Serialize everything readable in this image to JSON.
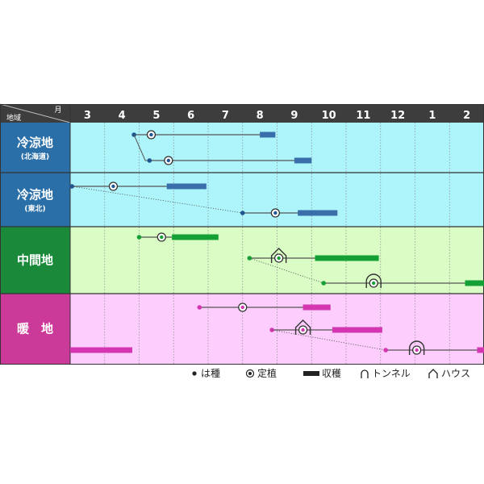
{
  "chart_data": {
    "type": "gantt",
    "header": {
      "corner_month_label": "月",
      "corner_region_label": "地域",
      "months": [
        "3",
        "4",
        "5",
        "6",
        "7",
        "8",
        "9",
        "10",
        "11",
        "12",
        "1",
        "2"
      ]
    },
    "regions": [
      {
        "name": "冷涼地",
        "sub": "(北海道)",
        "band_color": "#2a6fa8",
        "bg_color": "#aef5fb",
        "harvest_color": "#3a6eaa",
        "rows": [
          {
            "sow": 4.85,
            "plant": 5.35,
            "harvest": [
              8.5,
              8.95
            ]
          },
          {
            "sow": 5.3,
            "plant": 5.85,
            "harvest": [
              9.5,
              10.0
            ],
            "sow_from_prev": true
          }
        ]
      },
      {
        "name": "冷涼地",
        "sub": "(東北)",
        "band_color": "#2a6fa8",
        "bg_color": "#aef5fb",
        "harvest_color": "#3a6eaa",
        "rows": [
          {
            "sow": 3.05,
            "plant": 4.25,
            "harvest": [
              5.8,
              6.95
            ]
          },
          {
            "sow": 8.0,
            "plant": 8.95,
            "harvest": [
              9.6,
              10.75
            ],
            "dotted_from_prev": true
          }
        ]
      },
      {
        "name": "中間地",
        "sub": "",
        "band_color": "#1a8a3a",
        "bg_color": "#d9fdc4",
        "harvest_color": "#15a035",
        "rows": [
          {
            "sow": 5.0,
            "plant": 5.65,
            "harvest": [
              5.95,
              7.3
            ]
          },
          {
            "sow": 8.2,
            "plant": 9.05,
            "cover": "house",
            "harvest": [
              10.1,
              11.95
            ]
          },
          {
            "sow": 10.35,
            "plant": 11.8,
            "cover": "tunnel",
            "harvest": [
              14.45,
              15.2
            ],
            "dotted_from_prev": true
          }
        ]
      },
      {
        "name": "暖　地",
        "sub": "",
        "band_color": "#cc3a99",
        "bg_color": "#fdcdfd",
        "harvest_color": "#d336b0",
        "rows": [
          {
            "sow": 6.75,
            "plant": 8.0,
            "harvest": [
              9.75,
              10.55
            ]
          },
          {
            "sow": 8.85,
            "plant": 9.75,
            "cover": "house",
            "harvest": [
              10.6,
              12.05
            ]
          },
          {
            "sow": 12.15,
            "plant": 13.05,
            "cover": "tunnel",
            "harvest": [
              14.8,
              15.2
            ],
            "harvest_pre": [
              3.0,
              4.8
            ],
            "dotted_from_prev": true
          }
        ]
      }
    ],
    "legend": [
      {
        "symbol": "sow",
        "label": "は種"
      },
      {
        "symbol": "plant",
        "label": "定植"
      },
      {
        "symbol": "harvest",
        "label": "収穫"
      },
      {
        "symbol": "tunnel",
        "label": "トンネル"
      },
      {
        "symbol": "house",
        "label": "ハウス"
      }
    ]
  }
}
